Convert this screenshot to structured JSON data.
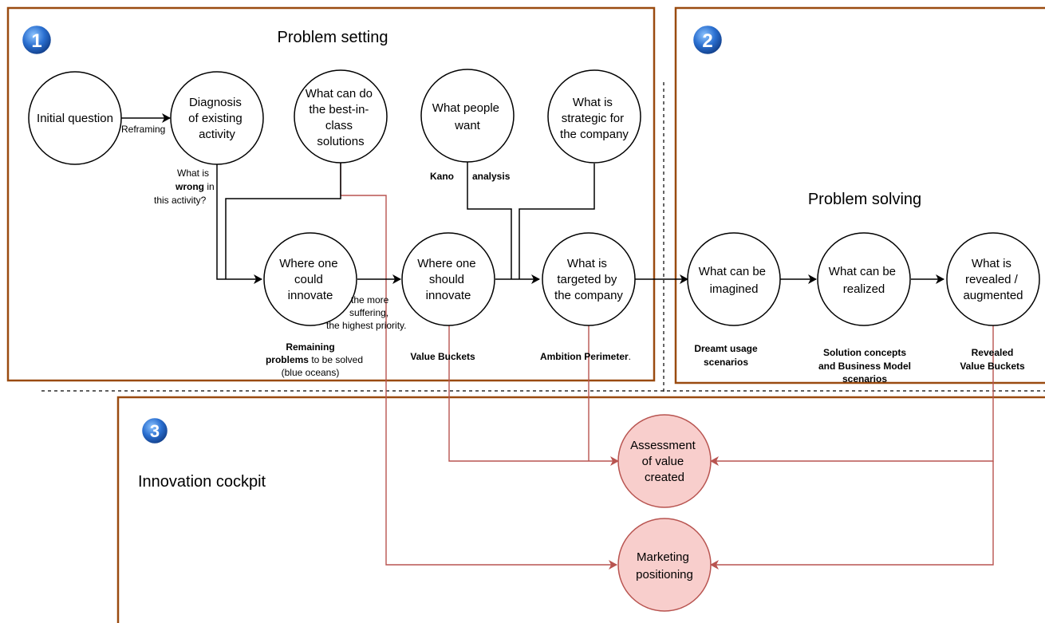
{
  "sections": {
    "problem_setting": {
      "number": "1",
      "title": "Problem setting"
    },
    "problem_solving": {
      "number": "2",
      "title": "Problem solving"
    },
    "innovation_cockpit": {
      "number": "3",
      "title": "Innovation cockpit"
    }
  },
  "nodes": {
    "initial_question": [
      "Initial question"
    ],
    "diagnosis": [
      "Diagnosis",
      "of existing",
      "activity"
    ],
    "best_in_class": [
      "What can do",
      "the best-in-",
      "class",
      "solutions"
    ],
    "people_want": [
      "What people",
      "want"
    ],
    "strategic": [
      "What is",
      "strategic for",
      "the company"
    ],
    "could_innovate": [
      "Where one",
      "could",
      "innovate"
    ],
    "should_innovate": [
      "Where one",
      "should",
      "innovate"
    ],
    "targeted": [
      "What is",
      "targeted by",
      "the company"
    ],
    "imagined": [
      "What can be",
      "imagined"
    ],
    "realized": [
      "What can be",
      "realized"
    ],
    "revealed": [
      "What is",
      "revealed /",
      "augmented"
    ],
    "assessment": [
      "Assessment",
      "of value",
      "created"
    ],
    "marketing": [
      "Marketing",
      "positioning"
    ]
  },
  "labels": {
    "reframing": "Reframing",
    "what_is": "What is",
    "wrong": "wrong",
    "in": " in",
    "this_activity": "this activity?",
    "kano": "Kano",
    "analysis": "analysis",
    "the_more": "the more",
    "suffering": "suffering,",
    "highest_priority": "the highest priority.",
    "remaining": "Remaining",
    "problems": "problems",
    "to_be_solved": " to be solved",
    "blue_oceans": "(blue oceans)",
    "value_buckets": "Value Buckets",
    "ambition_perimeter": "Ambition Perimeter",
    "period": ".",
    "dreamt_1": "Dreamt usage",
    "dreamt_2": "scenarios",
    "solution_1": "Solution concepts",
    "solution_2": "and Business Model",
    "solution_3": "scenarios",
    "revealed_vb_1": "Revealed",
    "revealed_vb_2": "Value Buckets"
  },
  "colors": {
    "frame": "#9a4b10",
    "red_line": "#b85450",
    "red_fill": "#f8cecc",
    "badge": "#1f5fb8"
  }
}
